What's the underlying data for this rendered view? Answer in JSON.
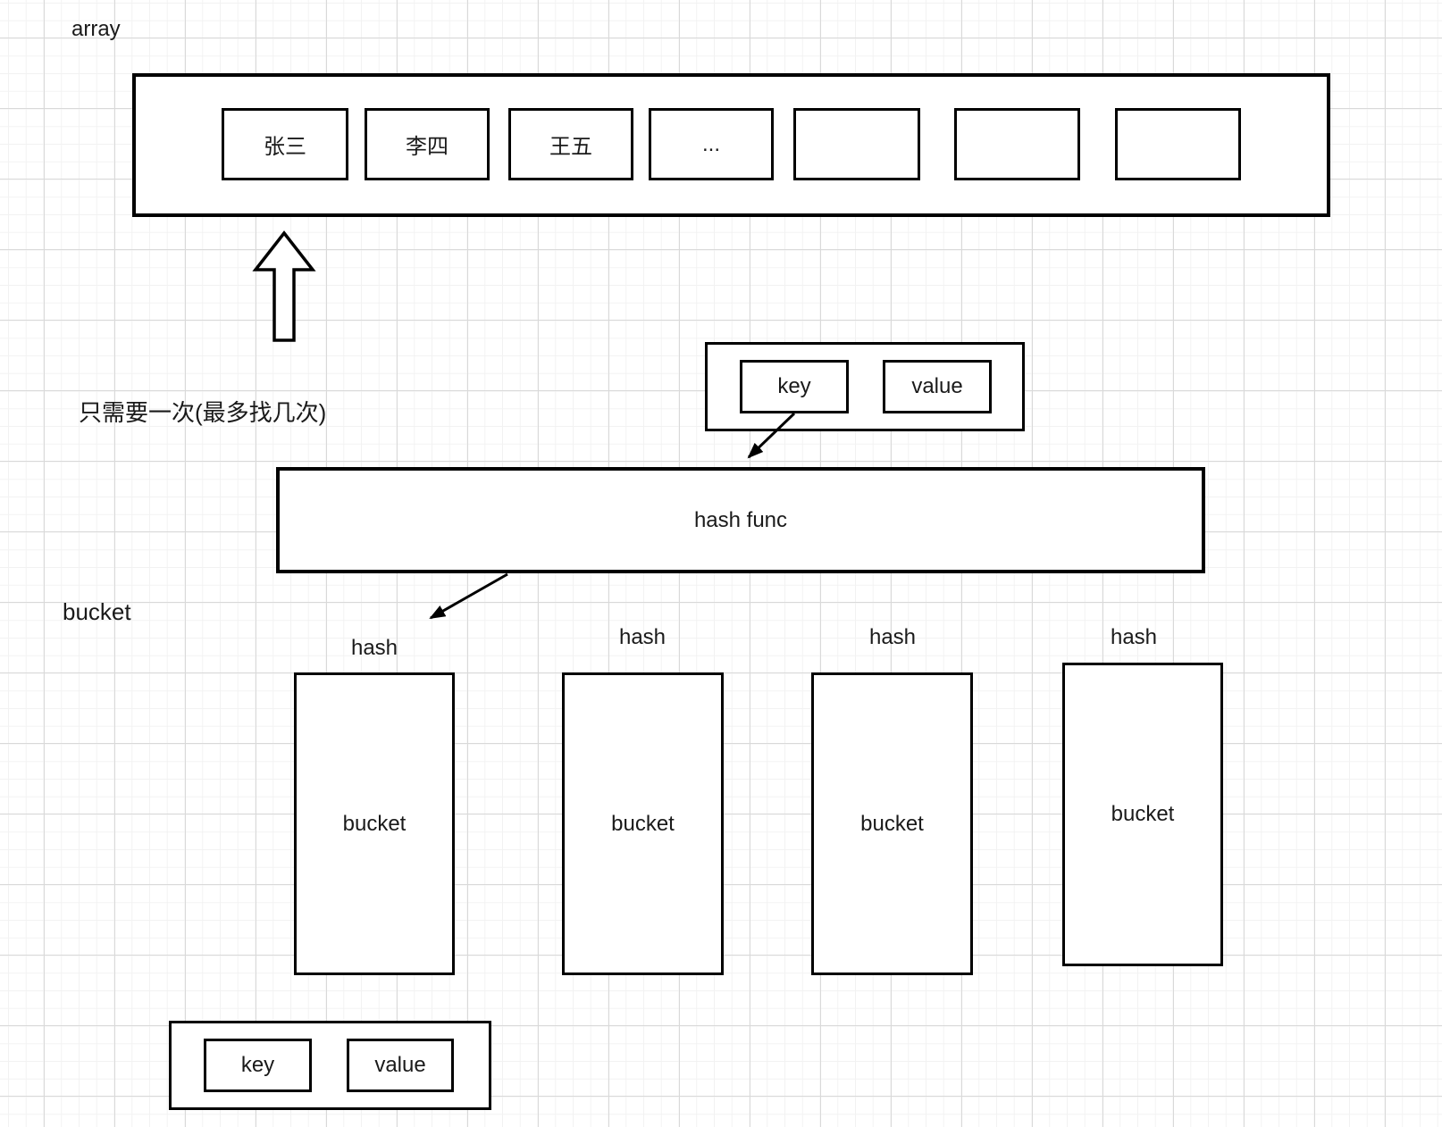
{
  "array": {
    "label": "array",
    "cells": [
      "张三",
      "李四",
      "王五",
      "...",
      "",
      "",
      ""
    ]
  },
  "note": "只需要一次(最多找几次)",
  "kv_top": {
    "key": "key",
    "value": "value"
  },
  "hash_func": {
    "label": "hash func"
  },
  "bucket_section": {
    "label": "bucket"
  },
  "buckets": [
    {
      "hash_label": "hash",
      "label": "bucket"
    },
    {
      "hash_label": "hash",
      "label": "bucket"
    },
    {
      "hash_label": "hash",
      "label": "bucket"
    },
    {
      "hash_label": "hash",
      "label": "bucket"
    }
  ],
  "kv_bottom": {
    "key": "key",
    "value": "value"
  },
  "icons": {
    "up_arrow": "up-arrow",
    "diagonal_arrows": "down-left-arrow"
  },
  "colors": {
    "stroke": "#000000",
    "background": "#ffffff",
    "grid_minor": "#f2f2f2",
    "grid_major": "#d9d9d9",
    "text": "#1a1a1a"
  }
}
